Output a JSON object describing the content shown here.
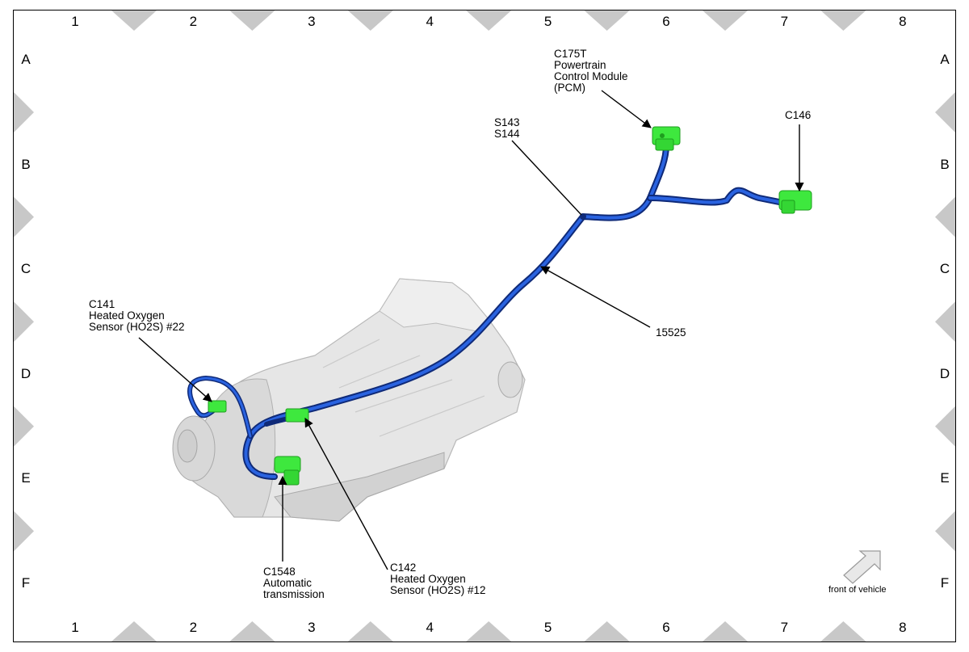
{
  "grid": {
    "columns": [
      "1",
      "2",
      "3",
      "4",
      "5",
      "6",
      "7",
      "8"
    ],
    "rows": [
      "A",
      "B",
      "C",
      "D",
      "E",
      "F"
    ]
  },
  "callouts": {
    "c175t": "C175T\nPowertrain\nControl Module\n(PCM)",
    "c146": "C146",
    "s143": "S143\nS144",
    "c141": "C141\nHeated Oxygen\nSensor (HO2S) #22",
    "harness": "15525",
    "c1548": "C1548\nAutomatic\ntransmission",
    "c142": "C142\nHeated Oxygen\nSensor (HO2S) #12"
  },
  "front_of_vehicle": "front of vehicle",
  "colors": {
    "harness": "#1f4fc4",
    "harness_dark": "#0f2a78",
    "connector": "#3ee83e",
    "transmission": "#e4e4e4",
    "triangle": "#c8c8c8"
  }
}
